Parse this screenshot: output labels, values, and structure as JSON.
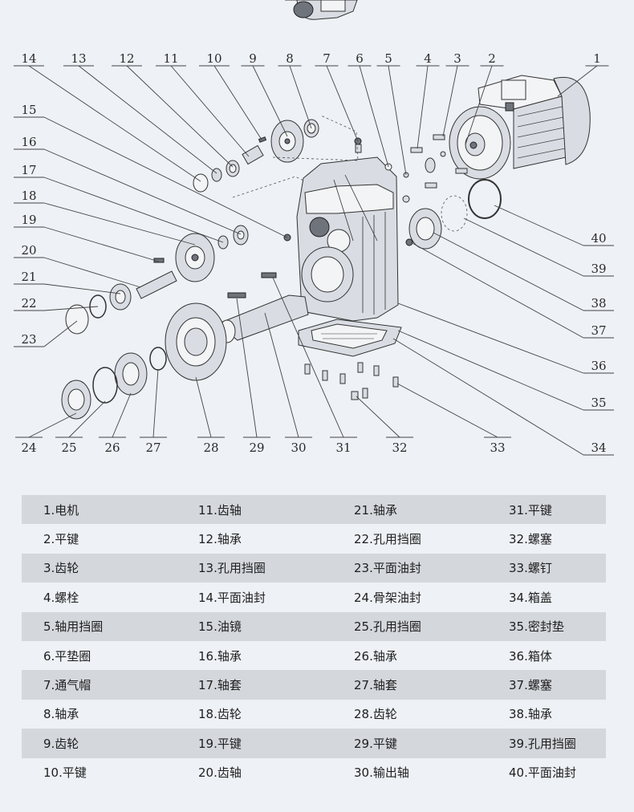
{
  "callouts": [
    "1",
    "2",
    "3",
    "4",
    "5",
    "6",
    "7",
    "8",
    "9",
    "10",
    "11",
    "12",
    "13",
    "14",
    "15",
    "16",
    "17",
    "18",
    "19",
    "20",
    "21",
    "22",
    "23",
    "24",
    "25",
    "26",
    "27",
    "28",
    "29",
    "30",
    "31",
    "32",
    "33",
    "34",
    "35",
    "36",
    "37",
    "38",
    "39",
    "40"
  ],
  "legend": [
    [
      "1.电机",
      "11.齿轴",
      "21.轴承",
      "31.平键"
    ],
    [
      "2.平键",
      "12.轴承",
      "22.孔用挡圈",
      "32.螺塞"
    ],
    [
      "3.齿轮",
      "13.孔用挡圈",
      "23.平面油封",
      "33.螺钉"
    ],
    [
      "4.螺栓",
      "14.平面油封",
      "24.骨架油封",
      "34.箱盖"
    ],
    [
      "5.轴用挡圈",
      "15.油镜",
      "25.孔用挡圈",
      "35.密封垫"
    ],
    [
      "6.平垫圈",
      "16.轴承",
      "26.轴承",
      "36.箱体"
    ],
    [
      "7.通气帽",
      "17.轴套",
      "27.轴套",
      "37.螺塞"
    ],
    [
      "8.轴承",
      "18.齿轮",
      "28.齿轮",
      "38.轴承"
    ],
    [
      "9.齿轮",
      "19.平键",
      "29.平键",
      "39.孔用挡圈"
    ],
    [
      "10.平键",
      "20.齿轴",
      "30.输出轴",
      "40.平面油封"
    ]
  ],
  "colors": {
    "background": "#eef1f6",
    "row_shade": "#d4d7dc",
    "text": "#1e1e1e"
  }
}
